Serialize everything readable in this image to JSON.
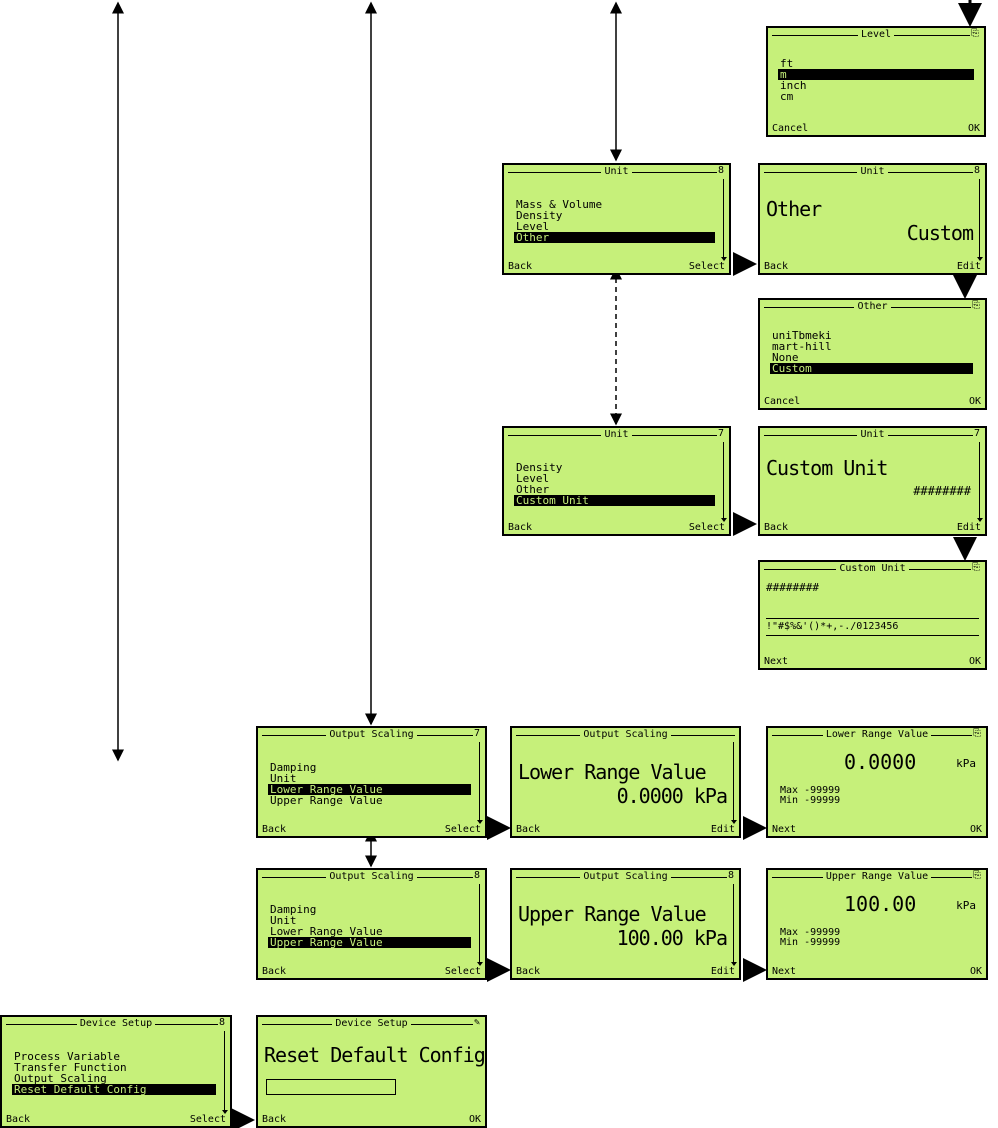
{
  "screens": {
    "level": {
      "title": "Level",
      "marker": "⎘",
      "items": [
        "ft",
        "m",
        "inch",
        "cm"
      ],
      "selected": 1,
      "left": "Cancel",
      "right": "OK"
    },
    "unit_a": {
      "title": "Unit",
      "marker": "8",
      "items": [
        "Mass & Volume",
        "Density",
        "Level",
        "Other"
      ],
      "selected": 3,
      "left": "Back",
      "right": "Select"
    },
    "unit_other": {
      "title": "Unit",
      "marker": "8",
      "line1": "Other",
      "line2": "Custom",
      "left": "Back",
      "right": "Edit"
    },
    "other": {
      "title": "Other",
      "marker": "⎘",
      "items": [
        "uniTbmeki",
        "mart-hill",
        "None",
        "Custom"
      ],
      "selected": 3,
      "left": "Cancel",
      "right": "OK"
    },
    "unit_b": {
      "title": "Unit",
      "marker": "7",
      "items": [
        "Density",
        "Level",
        "Other",
        "Custom Unit"
      ],
      "selected": 3,
      "left": "Back",
      "right": "Select"
    },
    "unit_custom": {
      "title": "Unit",
      "marker": "7",
      "line1": "Custom Unit",
      "line2": "########",
      "left": "Back",
      "right": "Edit"
    },
    "custom_edit": {
      "title": "Custom Unit",
      "marker": "⎘",
      "value": "########",
      "chars": " !\"#$%&'()*+,-./0123456",
      "left": "Next",
      "right": "OK"
    },
    "os_lrv": {
      "title": "Output Scaling",
      "marker": "7",
      "items": [
        "Damping",
        "Unit",
        "Lower Range Value",
        "Upper Range Value"
      ],
      "selected": 2,
      "left": "Back",
      "right": "Select"
    },
    "lrv": {
      "title": "Output Scaling",
      "marker": "",
      "line1": "Lower Range Value",
      "line2": "0.0000 kPa",
      "left": "Back",
      "right": "Edit"
    },
    "lrv_edit": {
      "title": "Lower Range Value",
      "marker": "⎘",
      "value": "0.0000",
      "unit": "kPa",
      "minmax": "Max -99999\nMin -99999",
      "left": "Next",
      "right": "OK"
    },
    "os_urv": {
      "title": "Output Scaling",
      "marker": "8",
      "items": [
        "Damping",
        "Unit",
        "Lower Range Value",
        "Upper Range Value"
      ],
      "selected": 3,
      "left": "Back",
      "right": "Select"
    },
    "urv": {
      "title": "Output Scaling",
      "marker": "8",
      "line1": "Upper Range Value",
      "line2": "100.00 kPa",
      "left": "Back",
      "right": "Edit"
    },
    "urv_edit": {
      "title": "Upper Range Value",
      "marker": "⎘",
      "value": "100.00",
      "unit": "kPa",
      "minmax": "Max -99999\nMin -99999",
      "left": "Next",
      "right": "OK"
    },
    "device": {
      "title": "Device Setup",
      "marker": "8",
      "items": [
        "Process Variable",
        "Transfer Function",
        "Output Scaling",
        "Reset Default Config"
      ],
      "selected": 3,
      "left": "Back",
      "right": "Select"
    },
    "reset": {
      "title": "Device Setup",
      "marker": "✎",
      "line1": "Reset Default Config",
      "left": "Back",
      "right": "OK"
    }
  }
}
